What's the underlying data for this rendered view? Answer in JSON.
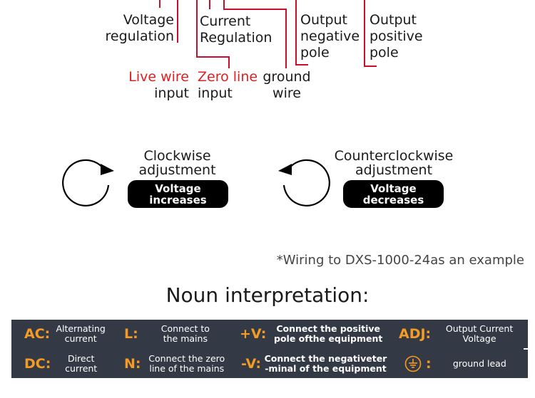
{
  "wiring": {
    "top_labels": {
      "voltage_regulation": [
        "Voltage",
        "regulation"
      ],
      "current_regulation": [
        "Current",
        "Regulation"
      ],
      "output_negative": [
        "Output",
        "negative",
        "pole"
      ],
      "output_positive": [
        "Output",
        "positive",
        "pole"
      ]
    },
    "bottom_labels": {
      "live_wire": [
        "Live wire",
        "input"
      ],
      "zero_line": [
        "Zero line",
        "input"
      ],
      "ground_wire": [
        "ground",
        "wire"
      ]
    }
  },
  "adjust": {
    "clockwise": {
      "title": [
        "Clockwise",
        "adjustment"
      ],
      "pill": [
        "Voltage",
        "increases"
      ]
    },
    "counterclockwise": {
      "title": [
        "Counterclockwise",
        "adjustment"
      ],
      "pill": [
        "Voltage",
        "decreases"
      ]
    }
  },
  "note": "*Wiring to DXS-1000-24as an example",
  "noun_title": "Noun interpretation:",
  "nouns": [
    {
      "key": "AC:",
      "desc": [
        "Alternating",
        "current"
      ]
    },
    {
      "key": "L:",
      "desc": [
        "Connect to",
        "the mains"
      ]
    },
    {
      "key": "+V:",
      "desc": [
        "Connect the positive",
        "pole ofthe equipment"
      ]
    },
    {
      "key": "ADJ:",
      "desc": [
        "Output Current",
        "Voltage"
      ]
    },
    {
      "key": "DC:",
      "desc": [
        "Direct",
        "current"
      ]
    },
    {
      "key": "N:",
      "desc": [
        "Connect the zero",
        "line of the mains"
      ]
    },
    {
      "key": "-V:",
      "desc": [
        "Connect the negativeter",
        "-minal of the equipment"
      ]
    },
    {
      "key": ":",
      "icon": "ground-icon",
      "desc": [
        "ground lead"
      ]
    }
  ],
  "colors": {
    "wire": "#c8102e",
    "accent": "#f59a23",
    "table_bg": "#333a46",
    "red_text": "#e02020"
  }
}
